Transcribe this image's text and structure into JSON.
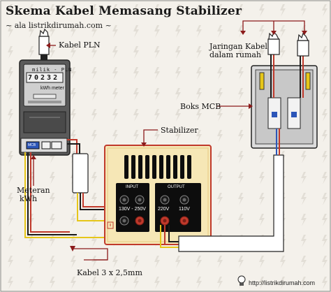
{
  "header": {
    "title": "Skema Kabel Memasang Stabilizer",
    "subtitle": "~ ala listrikdirumah.com ~"
  },
  "labels": {
    "kabel_pln": "Kabel PLN",
    "jaringan_line1": "Jaringan Kabel",
    "jaringan_line2": "dalam rumah",
    "boks_mcb": "Boks MCB",
    "stabilizer": "Stabilizer",
    "meteran_line1": "Meteran",
    "meteran_line2": "kWh",
    "kabel_3x": "Kabel 3 x 2,5mm"
  },
  "meter": {
    "brand": "milik - PLN",
    "reading": "70232",
    "unit": "kWh meter",
    "switch_label": "MCB"
  },
  "stabilizer": {
    "input_label": "INPUT",
    "output_label": "OUTPUT",
    "input_range": "130V - 250V",
    "output_220": "220V",
    "output_110": "110V"
  },
  "footer": {
    "site": "http://listrikdirumah.com"
  },
  "colors": {
    "background": "#f4f1eb",
    "wire_red": "#c0392b",
    "wire_yellow": "#e6c619",
    "wire_black": "#1a1a1a",
    "wire_blue": "#2b55b8",
    "stabilizer_body": "#f6e7b6",
    "panel_black": "#0d0d0d"
  }
}
